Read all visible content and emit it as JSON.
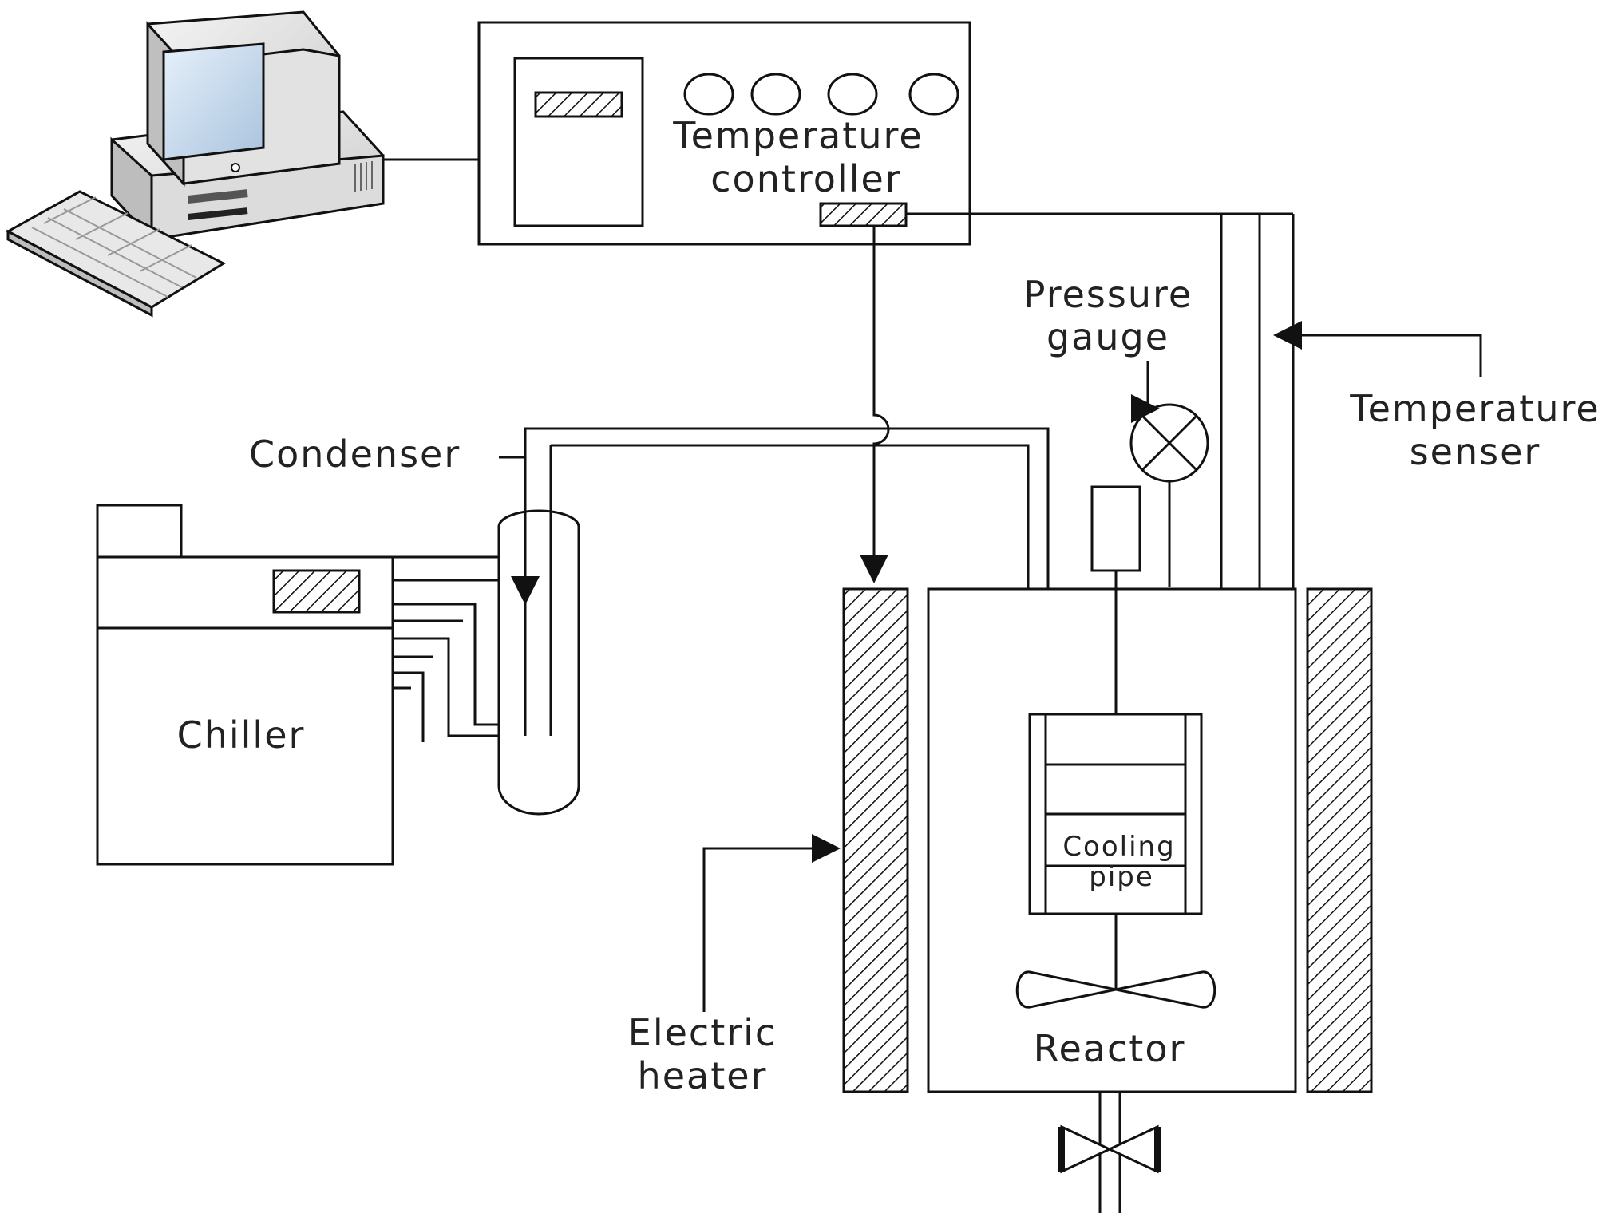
{
  "labels": {
    "temperature_controller": [
      "Temperature",
      "controller"
    ],
    "pressure_gauge": [
      "Pressure",
      "gauge"
    ],
    "temperature_sensor": [
      "Temperature",
      "senser"
    ],
    "condenser": "Condenser",
    "chiller": "Chiller",
    "cooling_pipe": [
      "Cooling",
      "pipe"
    ],
    "electric_heater": [
      "Electric",
      "heater"
    ],
    "reactor": "Reactor"
  },
  "icons": {
    "computer": "desktop-computer-icon",
    "gauge": "pressure-gauge-icon",
    "valve": "valve-icon",
    "stirrer": "impeller-icon"
  },
  "colors": {
    "line": "#111111",
    "text": "#222222",
    "monitor_screen": "#cfe0f0"
  }
}
